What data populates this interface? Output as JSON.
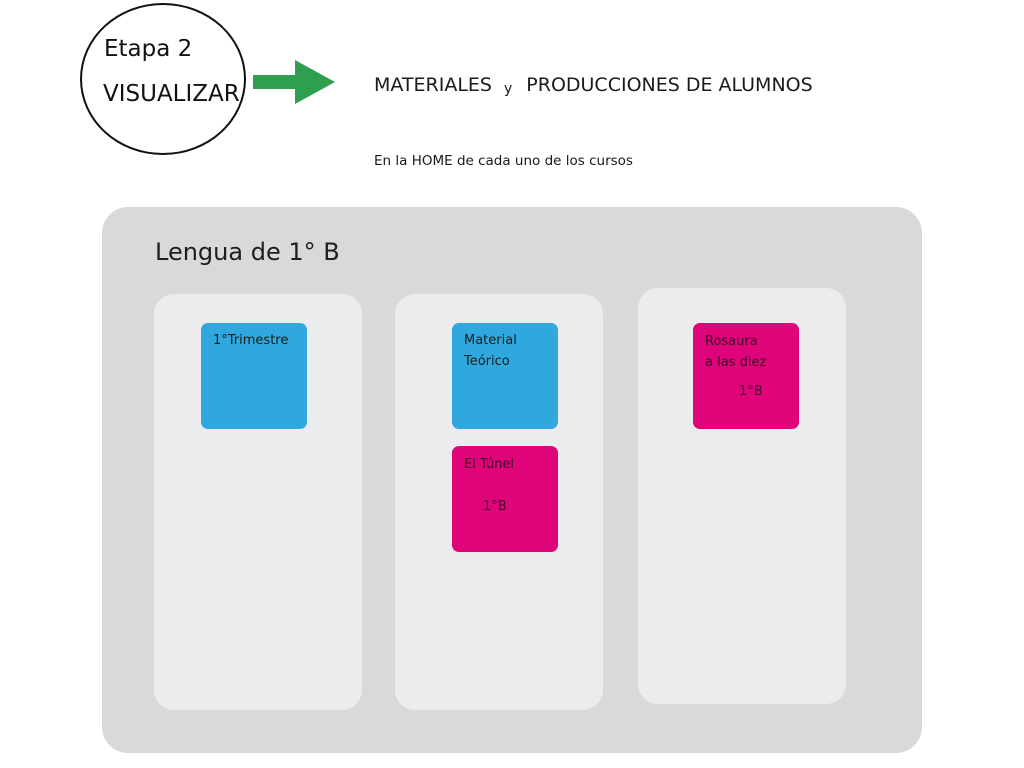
{
  "stage": {
    "line1": "Etapa 2",
    "line2": "VISUALIZAR"
  },
  "arrow": {
    "icon": "right-arrow-icon",
    "color": "#2e9e4f"
  },
  "heading": {
    "left": "MATERIALES",
    "conjunction": "y",
    "right": "PRODUCCIONES DE ALUMNOS"
  },
  "subheading": "En la HOME de cada uno de los cursos",
  "course": {
    "title": "Lengua de 1° B"
  },
  "colors": {
    "panel": "#d9d9da",
    "column": "#ececee",
    "material_tile": "#2fa8de",
    "production_tile": "#e0047b"
  },
  "tiles": [
    {
      "lines": [
        "1°Trimestre"
      ],
      "kind": "material"
    },
    {
      "lines": [
        "Material",
        "Teórico"
      ],
      "kind": "material"
    },
    {
      "lines": [
        "El Túnel"
      ],
      "sub": "1°B",
      "kind": "production"
    },
    {
      "lines": [
        "Rosaura",
        "a las diez"
      ],
      "sub": "1°B",
      "kind": "production"
    }
  ]
}
